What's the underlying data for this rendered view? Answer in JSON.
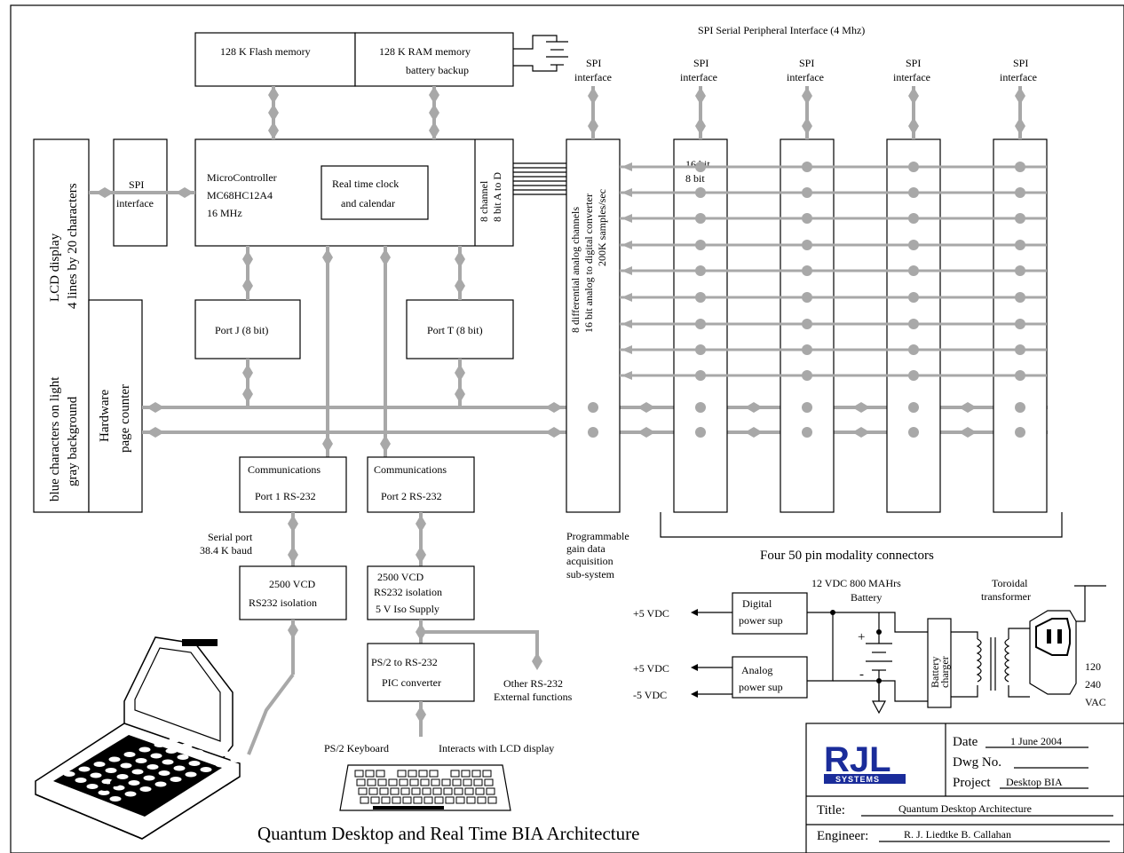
{
  "spi_bus_label": "SPI Serial Peripheral Interface (4 Mhz)",
  "memory": {
    "flash": "128 K Flash memory",
    "ram_line1": "128 K RAM memory",
    "ram_line2": "battery backup"
  },
  "spi_interface": {
    "line1": "SPI",
    "line2": "interface"
  },
  "lcd": {
    "line1": "LCD display",
    "line2": "4 lines by 20 characters",
    "line3": "blue characters on light",
    "line4": "gray background"
  },
  "page_counter": {
    "line1": "Hardware",
    "line2": "page counter"
  },
  "mcu": {
    "line1": "MicroController",
    "line2": "MC68HC12A4",
    "line3": "16 MHz"
  },
  "rtc": {
    "line1": "Real time clock",
    "line2": "and calendar"
  },
  "atod": {
    "line1": "8 channel",
    "line2": "8 bit A to D"
  },
  "port_j": "Port J (8 bit)",
  "port_t": "Port T (8 bit)",
  "adc_block": {
    "line1": "8 differential analog channels",
    "line2": "16 bit analog to digital converter",
    "line3": "200K samples/sec"
  },
  "bits": {
    "b16": "16 bit",
    "b8": "8 bit"
  },
  "comm1": {
    "line1": "Communications",
    "line2": "Port 1 RS-232"
  },
  "comm2": {
    "line1": "Communications",
    "line2": "Port 2 RS-232"
  },
  "serial_port": {
    "line1": "Serial port",
    "line2": "38.4 K baud"
  },
  "iso1": {
    "line1": "2500 VCD",
    "line2": "RS232 isolation"
  },
  "iso2": {
    "line1": "2500 VCD",
    "line2": "RS232 isolation",
    "line3": "5 V Iso Supply"
  },
  "ps2_conv": {
    "line1": "PS/2 to RS-232",
    "line2": "PIC converter"
  },
  "other_rs232": {
    "line1": "Other RS-232",
    "line2": "External functions"
  },
  "ps2_keyboard": "PS/2 Keyboard",
  "interacts": "Interacts with LCD display",
  "gain": {
    "line1": "Programmable",
    "line2": "gain data",
    "line3": "acquisition",
    "line4": "sub-system"
  },
  "modality": "Four 50 pin modality connectors",
  "power": {
    "digital_line1": "Digital",
    "digital_line2": "power sup",
    "analog_line1": "Analog",
    "analog_line2": "power sup",
    "battery_line1": "12 VDC 800 MAHrs",
    "battery_line2": "Battery",
    "toroidal_line1": "Toroidal",
    "toroidal_line2": "transformer",
    "charger_line1": "Battery",
    "charger_line2": "charger",
    "p5_1": "+5 VDC",
    "p5_2": "+5 VDC",
    "m5": "-5 VDC",
    "plus": "+",
    "minus": "-",
    "vac1": "120",
    "vac2": "240",
    "vac3": "VAC"
  },
  "title_block": {
    "logo": "RJL",
    "logo_sub": "SYSTEMS",
    "date_label": "Date",
    "date_value": "1 June 2004",
    "dwg_label": "Dwg No.",
    "project_label": "Project",
    "project_value": "Desktop BIA",
    "title_label": "Title:",
    "title_value": "Quantum Desktop Architecture",
    "engineer_label": "Engineer:",
    "engineer_value": "R. J. Liedtke   B. Callahan"
  },
  "main_title": "Quantum Desktop and Real Time BIA Architecture",
  "colors": {
    "bus": "#a8a8a8",
    "logo_blue": "#1a2c9a"
  }
}
